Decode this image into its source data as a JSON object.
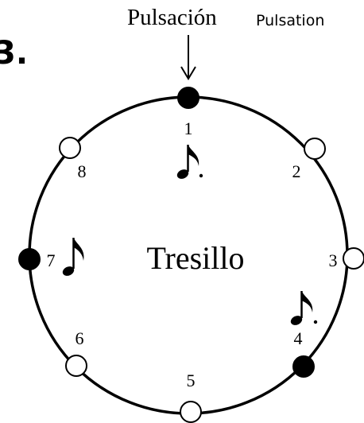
{
  "header": {
    "label_es": "Pulsación",
    "label_en": "Pulsation",
    "fragment": "3."
  },
  "diagram": {
    "center_label": "Tresillo",
    "beats": [
      {
        "number": "1",
        "filled": true
      },
      {
        "number": "2",
        "filled": false
      },
      {
        "number": "3",
        "filled": false
      },
      {
        "number": "4",
        "filled": true
      },
      {
        "number": "5",
        "filled": false
      },
      {
        "number": "6",
        "filled": false
      },
      {
        "number": "7",
        "filled": true
      },
      {
        "number": "8",
        "filled": false
      }
    ],
    "notes": [
      {
        "beat": "1",
        "symbol": "dotted-eighth-note"
      },
      {
        "beat": "4",
        "symbol": "dotted-eighth-note"
      },
      {
        "beat": "7",
        "symbol": "eighth-note"
      }
    ]
  }
}
